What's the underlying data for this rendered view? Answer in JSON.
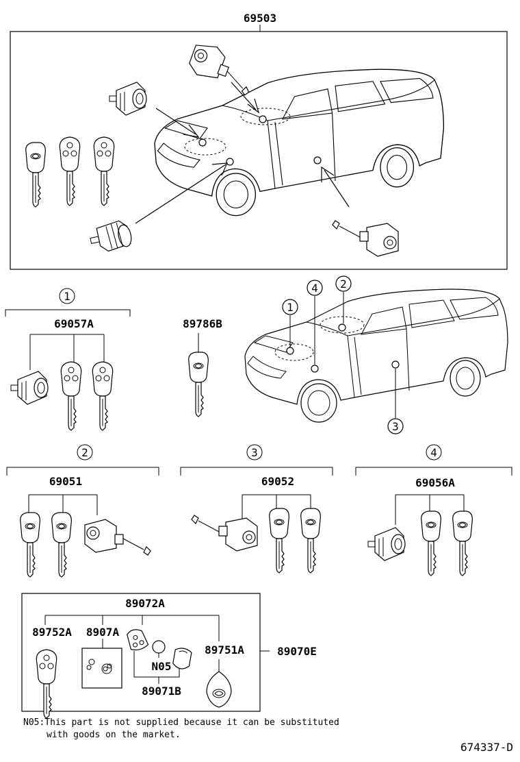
{
  "top_section": {
    "part_number": "69503"
  },
  "group1": {
    "circle": "1",
    "part_number": "69057A"
  },
  "key_only": {
    "part_number": "89786B"
  },
  "vehicle_callouts": [
    "1",
    "4",
    "2",
    "3"
  ],
  "group2": {
    "circle": "2",
    "part_number": "69051"
  },
  "group3": {
    "circle": "3",
    "part_number": "69052"
  },
  "group4": {
    "circle": "4",
    "part_number": "69056A"
  },
  "remote_box": {
    "assembly": "89072A",
    "key_blank": "89752A",
    "board": "8907A",
    "transmitter_case": "89751A",
    "battery": "N05",
    "cover": "89071B",
    "set": "89070E"
  },
  "note": {
    "line1": "N05:This part is not supplied because it can be substituted",
    "line2": "with goods on the market."
  },
  "diagram_id": "674337-D"
}
